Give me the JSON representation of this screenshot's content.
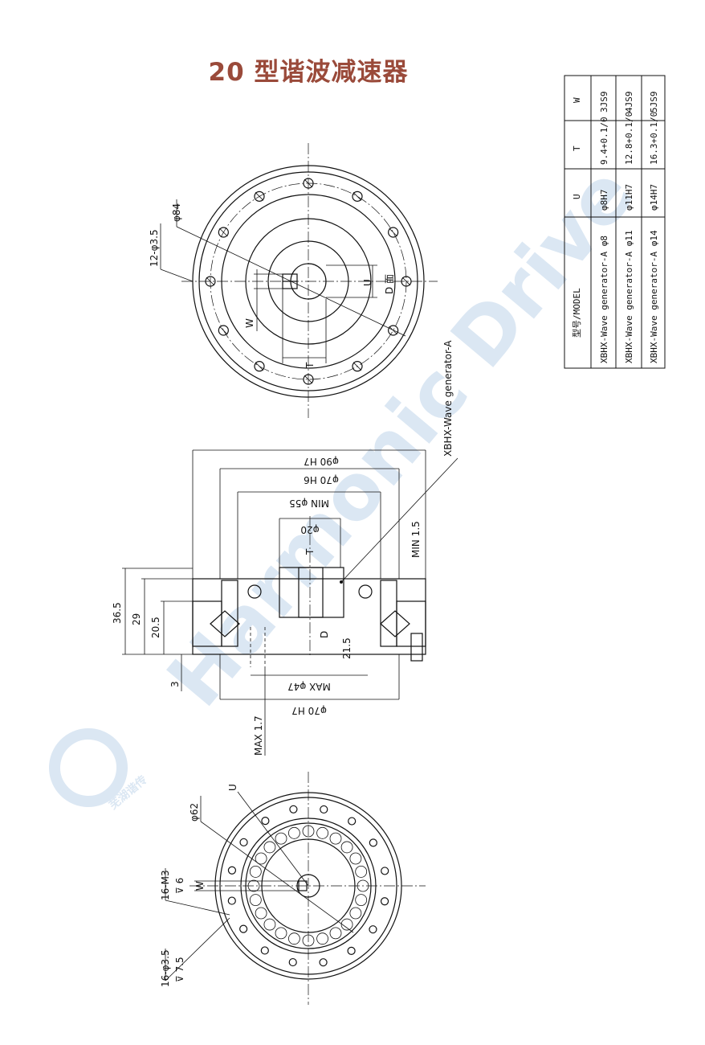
{
  "title": "20 型谐波减速器",
  "colors": {
    "title": "#9a4a3a",
    "line": "#111111",
    "watermark": "#dbe7f3"
  },
  "watermark": {
    "brand": "Harmonic Drive",
    "cn": "芜湖谐传"
  },
  "table": {
    "headers": [
      "型号/MODEL",
      "U",
      "T",
      "W"
    ],
    "rows": [
      [
        "XBHX-Wave generator-A φ8",
        "φ8H7",
        "9.4+0.1/0",
        "3JS9"
      ],
      [
        "XBHX-Wave generator-A φ11",
        "φ11H7",
        "12.8+0.1/0",
        "4JS9"
      ],
      [
        "XBHX-Wave generator-A φ14",
        "φ14H7",
        "16.3+0.1/0",
        "5JS9"
      ]
    ]
  },
  "top_view": {
    "d84": "φ84",
    "holes": "12-φ3.5",
    "u": "U",
    "d": "D",
    "d_note": "D 面",
    "w": "W",
    "t": "T",
    "wave_gen": "XBHX-Wave generator-A"
  },
  "section_view": {
    "d90": "φ90 H7",
    "d70h6": "φ70 H6",
    "min55": "MIN φ55",
    "star": "*",
    "d20": "φ20",
    "t": "T",
    "min15": "MIN 1.5",
    "d365": "36.5",
    "d29": "29",
    "d205": "20.5",
    "d3": "3",
    "d": "D",
    "d215": "21.5",
    "max47": "MAX φ47",
    "d70h7": "φ70 H7",
    "max17": "MAX 1.7"
  },
  "bottom_view": {
    "u": "U",
    "d62": "φ62",
    "m3": "16-M3",
    "m3_depth": "⊽ 6",
    "w": "W",
    "h35": "16-φ3.5",
    "h35_depth": "⊽ 7.5"
  }
}
